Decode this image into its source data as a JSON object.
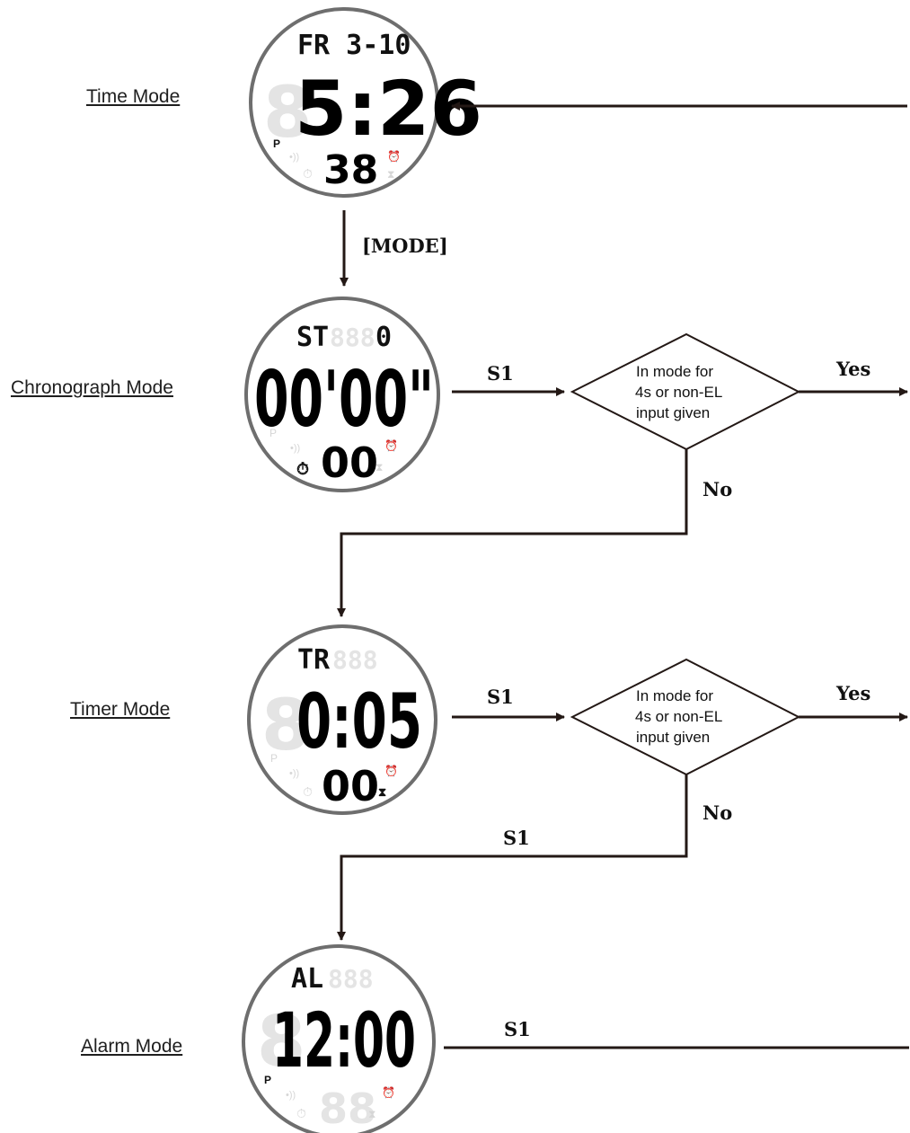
{
  "modes": {
    "time": {
      "label": "Time Mode",
      "top": "FR 3-10",
      "main": "5:26",
      "seconds": "38",
      "pm": "P"
    },
    "chrono": {
      "label": "Chronograph Mode",
      "top_left": "ST",
      "top_right": "0",
      "main": "00'00\"",
      "sub": "00"
    },
    "timer": {
      "label": "Timer Mode",
      "top": "TR",
      "main": "0:05",
      "sub": "00"
    },
    "alarm": {
      "label": "Alarm Mode",
      "top": "AL",
      "main": "12:00",
      "pm": "P"
    }
  },
  "flow": {
    "mode_button": "[MODE]",
    "s1": "S1",
    "yes": "Yes",
    "no": "No",
    "decision_lines": [
      "In mode for",
      "4s or  non-EL",
      "input given"
    ]
  },
  "colors": {
    "line": "#231815",
    "ring": "#6e6e6e",
    "ghost": "#e4e4e4"
  }
}
